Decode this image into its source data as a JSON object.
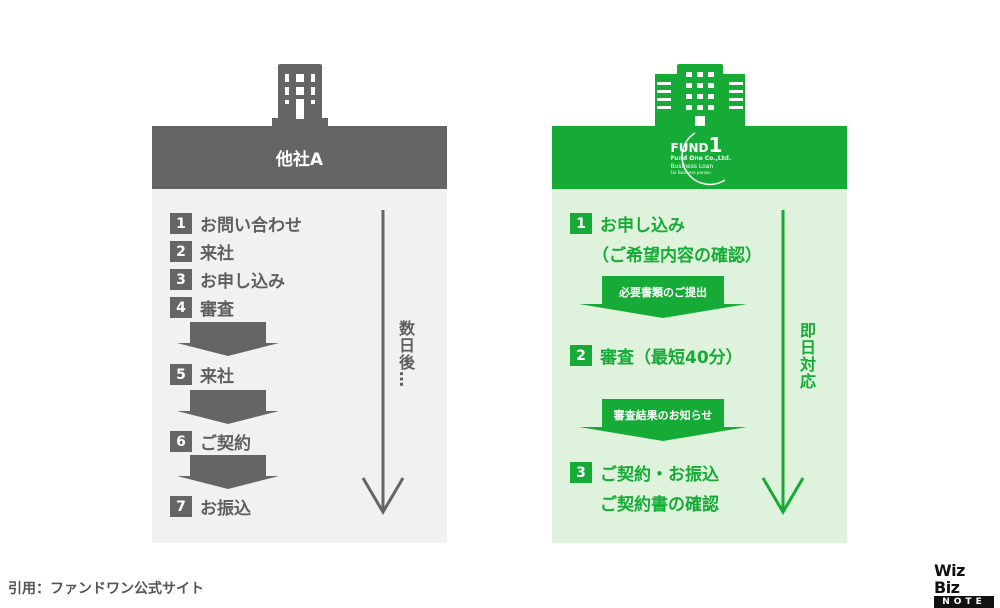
{
  "left_panel": {
    "title": "他社A",
    "steps": [
      {
        "num": "1",
        "label": "お問い合わせ"
      },
      {
        "num": "2",
        "label": "来社"
      },
      {
        "num": "3",
        "label": "お申し込み"
      },
      {
        "num": "4",
        "label": "審査"
      },
      {
        "num": "5",
        "label": "来社"
      },
      {
        "num": "6",
        "label": "ご契約"
      },
      {
        "num": "7",
        "label": "お振込"
      }
    ],
    "timeline_label": "数日後…",
    "color": "#656565",
    "background": "#f1f1f1"
  },
  "right_panel": {
    "logo": {
      "brand": "FUND",
      "brand_number": "1",
      "company": "Fund One Co.,Ltd.",
      "line1": "Business Loan",
      "line2": "For Business person"
    },
    "steps": [
      {
        "num": "1",
        "label": "お申し込み",
        "sub": "（ご希望内容の確認）"
      },
      {
        "num": "2",
        "label": "審査（最短40分）"
      },
      {
        "num": "3",
        "label": "ご契約・お振込",
        "sub": "ご契約書の確認"
      }
    ],
    "arrows": [
      "必要書類のご提出",
      "審査結果のお知らせ"
    ],
    "timeline_label": "即日対応",
    "color": "#16ab37",
    "background": "#dff3dc"
  },
  "footer": {
    "citation": "引用：ファンドワン公式サイト",
    "brand_top": "Wiz Biz",
    "brand_bottom": "NOTE"
  }
}
